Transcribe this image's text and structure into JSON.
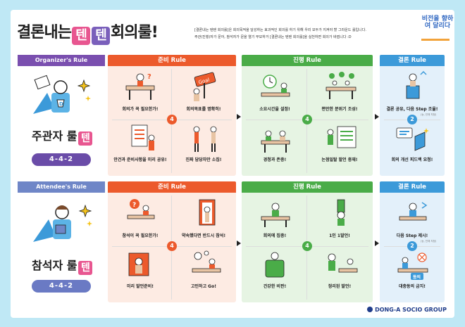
{
  "header": {
    "title_prefix": "결론내는",
    "tile_1": "텐",
    "tile_2": "텐",
    "title_suffix": "회의룰!",
    "desc_line_1": "[결론내는 텐텐 회의룰]은 회의목적을 달성하는 효과적인 회의를 하기 위해 우리 모두가 지켜야 할 그라운드 룰입니다.",
    "desc_line_2": "주관(진행)자가 문어, 참석자가 문을 열기 부모하거 [결론내는 텐텐 회의룰]을 실천하면 회의가 바뀝니다 :D",
    "stamp": "비전을 향하여 달리다"
  },
  "colors": {
    "organizer": "#7a4faf",
    "attendee": "#6f86c7",
    "prep": "#ec5a2c",
    "progress": "#4aac48",
    "conclusion": "#3c9ad9",
    "prep_bg": "#fdebe3",
    "progress_bg": "#e6f4e3",
    "conclusion_bg": "#e3f0fa",
    "pill": "#6a4ca8",
    "attendee_pill": "#6a7ac4"
  },
  "organizer": {
    "role_label": "Organizer's Rule",
    "rule_name": "주관자 룰",
    "rule_tile": "텐",
    "rule_pill": "4-4-2",
    "prep": {
      "header": "준비 Rule",
      "count": "4",
      "items": [
        "회의가 꼭 필요한가!",
        "회의목표를 명확히!",
        "안건과 준비사항을 미리 공유!",
        "진짜 담당자만 소집!"
      ]
    },
    "progress": {
      "header": "진행 Rule",
      "count": "4",
      "items": [
        "소요시간을 설정!",
        "편안한 분위기 조성!",
        "경청과 존중!",
        "논점일탈 발언 중재!"
      ]
    },
    "conclusion": {
      "header": "결론 Rule",
      "count": "2",
      "items": [
        "결론 공유, 다음 Step 조율!",
        "회의 개선 피드백 요청!"
      ],
      "note": "(능, 인재 지정)"
    }
  },
  "attendee": {
    "role_label": "Attendee's Rule",
    "rule_name": "참석자 룰",
    "rule_tile": "텐",
    "rule_pill": "4-4-2",
    "prep": {
      "header": "준비 Rule",
      "count": "4",
      "items": [
        "참석이 꼭 필요한가!",
        "약속했다면 반드시 참석!",
        "미리 발언준비!",
        "고민하고 Go!"
      ]
    },
    "progress": {
      "header": "진행 Rule",
      "count": "4",
      "items": [
        "회의에 집중!",
        "1인 1발언!",
        "건강한 비판!",
        "정리된 발언!"
      ]
    },
    "conclusion": {
      "header": "결론 Rule",
      "count": "2",
      "items": [
        "다음 Step 제시!",
        "대충동의 금지!"
      ],
      "note": "(능, 인재 지정)"
    }
  },
  "footer": {
    "brand": "DONG-A SOCIO GROUP"
  },
  "illustration": {
    "goal_sign": "Goal",
    "agree_sign": "동의"
  }
}
